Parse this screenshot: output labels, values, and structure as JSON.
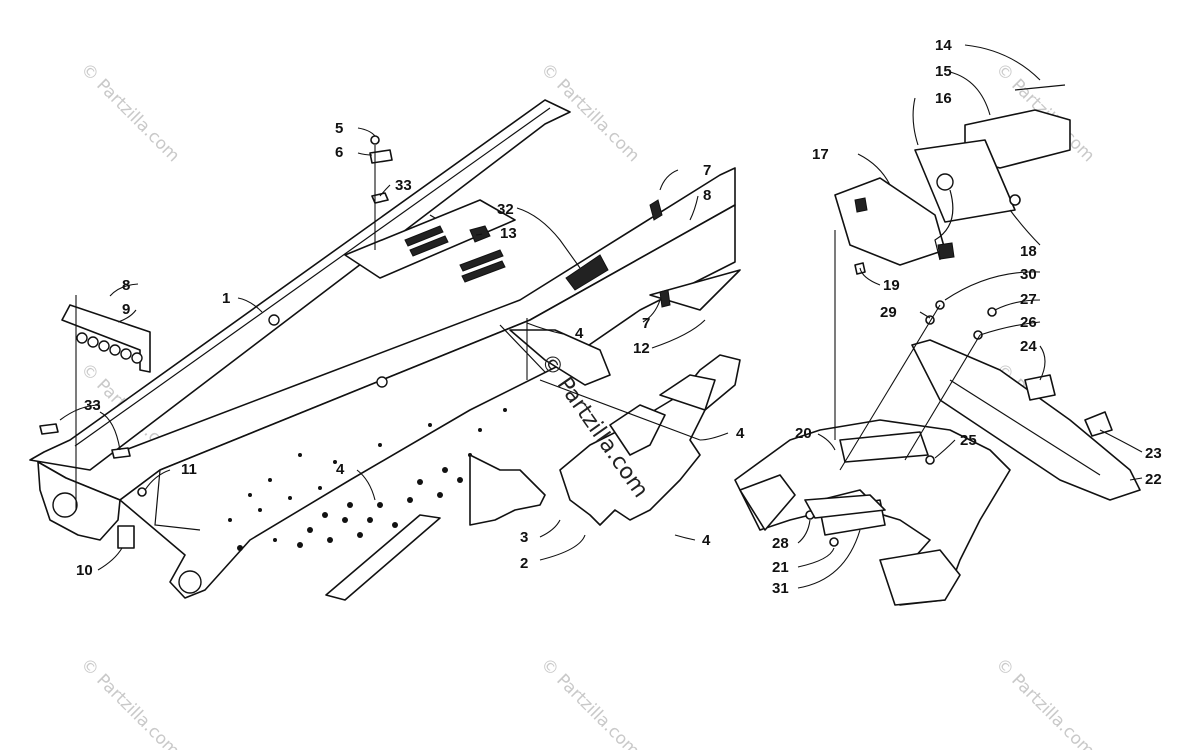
{
  "watermark": {
    "text": "© Partzilla.com",
    "center_text": "© Partzilla.com"
  },
  "callouts": {
    "c1": "1",
    "c2": "2",
    "c3": "3",
    "c4a": "4",
    "c4b": "4",
    "c4c": "4",
    "c4d": "4",
    "c5": "5",
    "c6": "6",
    "c7a": "7",
    "c7b": "7",
    "c8a": "8",
    "c8b": "8",
    "c9": "9",
    "c10": "10",
    "c11": "11",
    "c12": "12",
    "c13": "13",
    "c14": "14",
    "c15": "15",
    "c16": "16",
    "c17": "17",
    "c18": "18",
    "c19": "19",
    "c20": "20",
    "c21": "21",
    "c22": "22",
    "c23": "23",
    "c24": "24",
    "c25": "25",
    "c26": "26",
    "c27": "27",
    "c28": "28",
    "c29": "29",
    "c30": "30",
    "c31": "31",
    "c32": "32",
    "c33a": "33",
    "c33b": "33"
  }
}
